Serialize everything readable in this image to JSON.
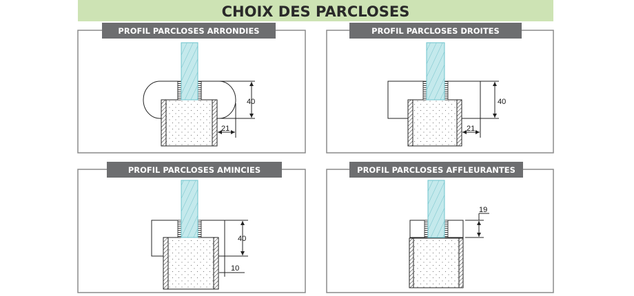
{
  "header": {
    "title": "CHOIX DES PARCLOSES",
    "background": "#cde3b4"
  },
  "panels": [
    {
      "title": "PROFIL PARCLOSES ARRONDIES",
      "height_dim": "40",
      "width_dim": "21"
    },
    {
      "title": "PROFIL PARCLOSES DROITES",
      "height_dim": "40",
      "width_dim": "21"
    },
    {
      "title": "PROFIL PARCLOSES AMINCIES",
      "height_dim": "40",
      "width_dim": "10"
    },
    {
      "title": "PROFIL PARCLOSES AFFLEURANTES",
      "height_dim": "19"
    }
  ],
  "colors": {
    "title_bar": "#6d6e70",
    "glass": "#bfe6ea"
  }
}
